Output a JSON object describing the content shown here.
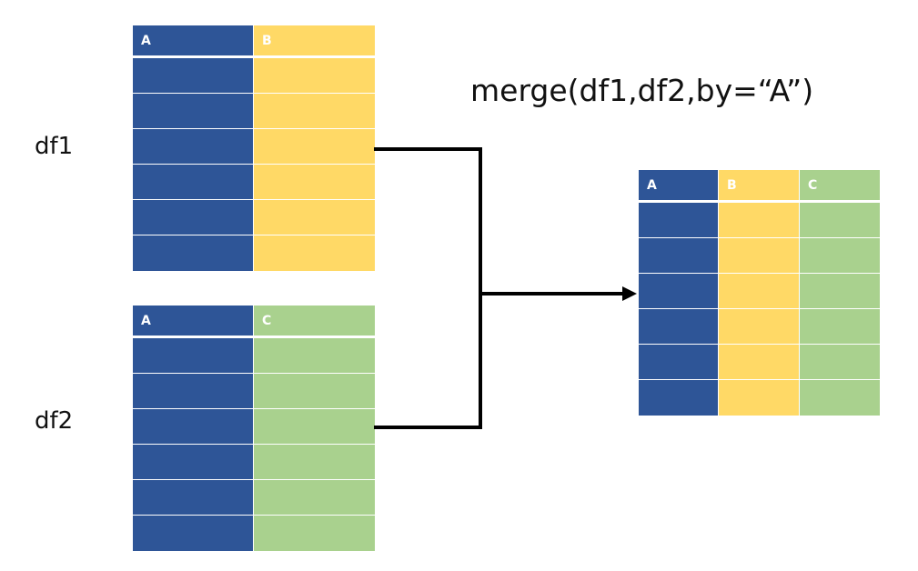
{
  "labels": {
    "df1": "df1",
    "df2": "df2",
    "formula": "merge(df1,df2,by=“A”)"
  },
  "colors": {
    "A": "#2e5597",
    "B": "#ffd966",
    "C": "#a9d18e",
    "connector": "#000000"
  },
  "tables": {
    "df1": {
      "columns": [
        "A",
        "B"
      ],
      "rows": 6
    },
    "df2": {
      "columns": [
        "A",
        "C"
      ],
      "rows": 6
    },
    "result": {
      "columns": [
        "A",
        "B",
        "C"
      ],
      "rows": 6
    }
  }
}
